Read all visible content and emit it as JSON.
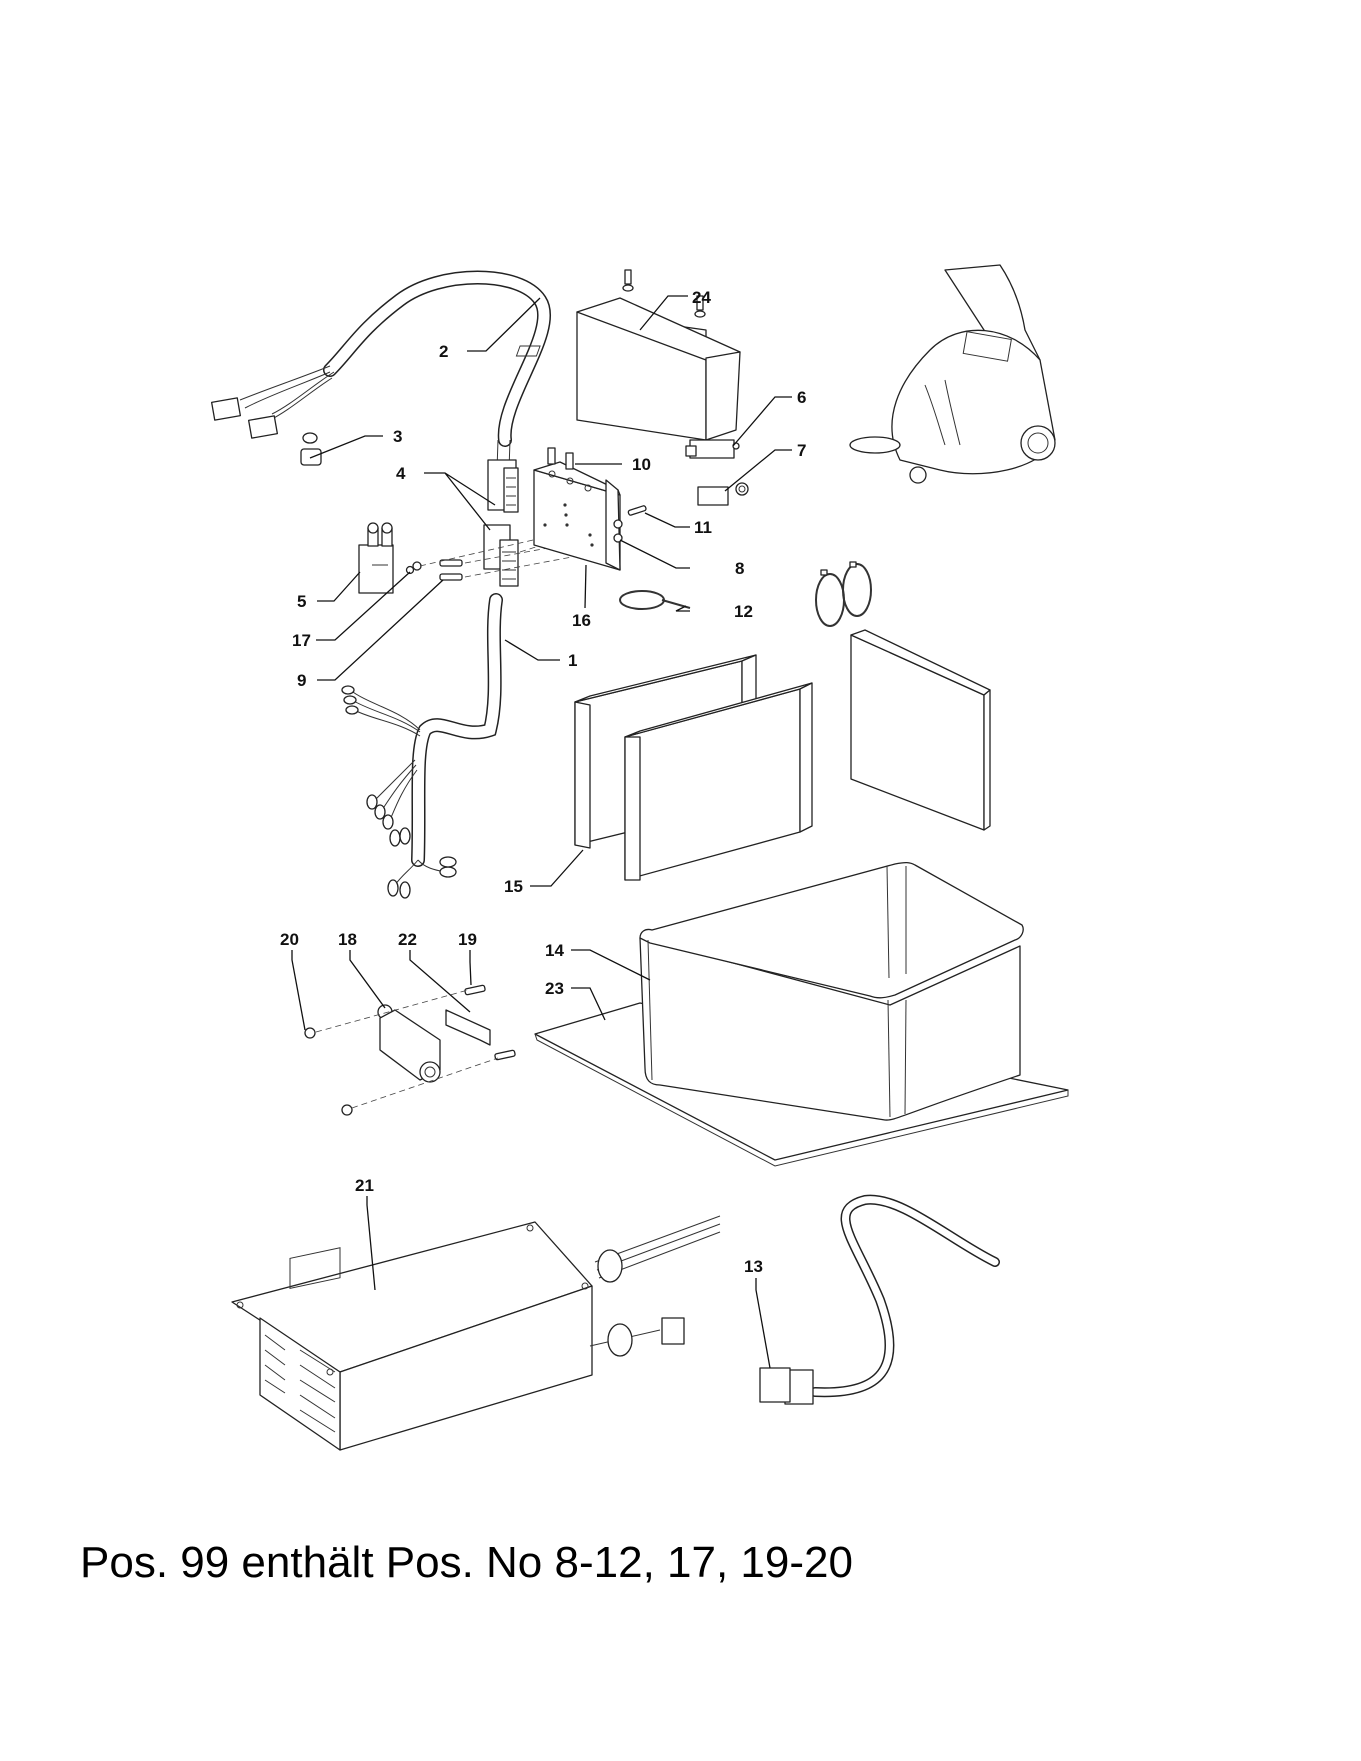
{
  "diagram": {
    "title": "Battery and charger exploded view",
    "callouts": [
      {
        "id": "1",
        "label": "1"
      },
      {
        "id": "2",
        "label": "2"
      },
      {
        "id": "3",
        "label": "3"
      },
      {
        "id": "4",
        "label": "4"
      },
      {
        "id": "5",
        "label": "5"
      },
      {
        "id": "6",
        "label": "6"
      },
      {
        "id": "7",
        "label": "7"
      },
      {
        "id": "8",
        "label": "8"
      },
      {
        "id": "9",
        "label": "9"
      },
      {
        "id": "10",
        "label": "10"
      },
      {
        "id": "11",
        "label": "11"
      },
      {
        "id": "12",
        "label": "12"
      },
      {
        "id": "13",
        "label": "13"
      },
      {
        "id": "14",
        "label": "14"
      },
      {
        "id": "15",
        "label": "15"
      },
      {
        "id": "16",
        "label": "16"
      },
      {
        "id": "17",
        "label": "17"
      },
      {
        "id": "18",
        "label": "18"
      },
      {
        "id": "19",
        "label": "19"
      },
      {
        "id": "20",
        "label": "20"
      },
      {
        "id": "21",
        "label": "21"
      },
      {
        "id": "22",
        "label": "22"
      },
      {
        "id": "23",
        "label": "23"
      },
      {
        "id": "24",
        "label": "24"
      }
    ]
  },
  "note": "Pos. 99 enthält Pos. No 8-12, 17, 19-20"
}
